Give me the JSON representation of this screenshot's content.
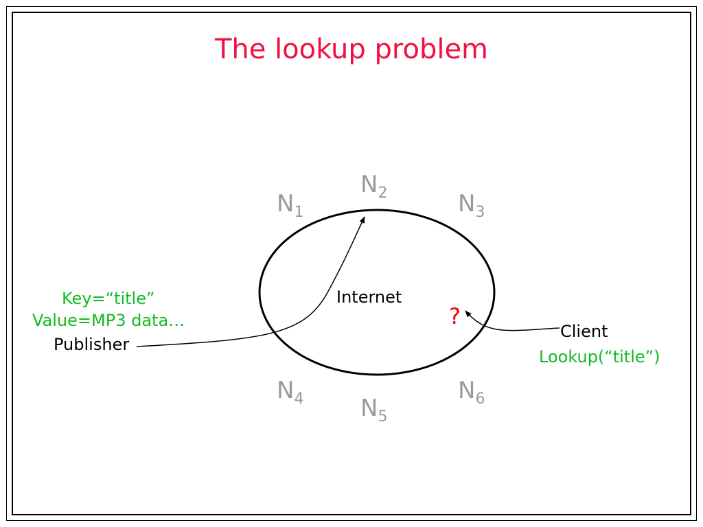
{
  "slide": {
    "title": "The lookup problem"
  },
  "network": {
    "center_label": "Internet",
    "unknown_marker": "?"
  },
  "nodes": [
    {
      "letter": "N",
      "index": "1"
    },
    {
      "letter": "N",
      "index": "2"
    },
    {
      "letter": "N",
      "index": "3"
    },
    {
      "letter": "N",
      "index": "4"
    },
    {
      "letter": "N",
      "index": "5"
    },
    {
      "letter": "N",
      "index": "6"
    }
  ],
  "publisher": {
    "key_line": "Key=“title”",
    "value_line": "Value=MP3 data…",
    "role": "Publisher"
  },
  "client": {
    "role": "Client",
    "request": "Lookup(“title”)"
  },
  "colors": {
    "title": "#ee1144",
    "data_text": "#11bb22",
    "node_text": "#9a9a9a",
    "marker": "#ee0000"
  }
}
